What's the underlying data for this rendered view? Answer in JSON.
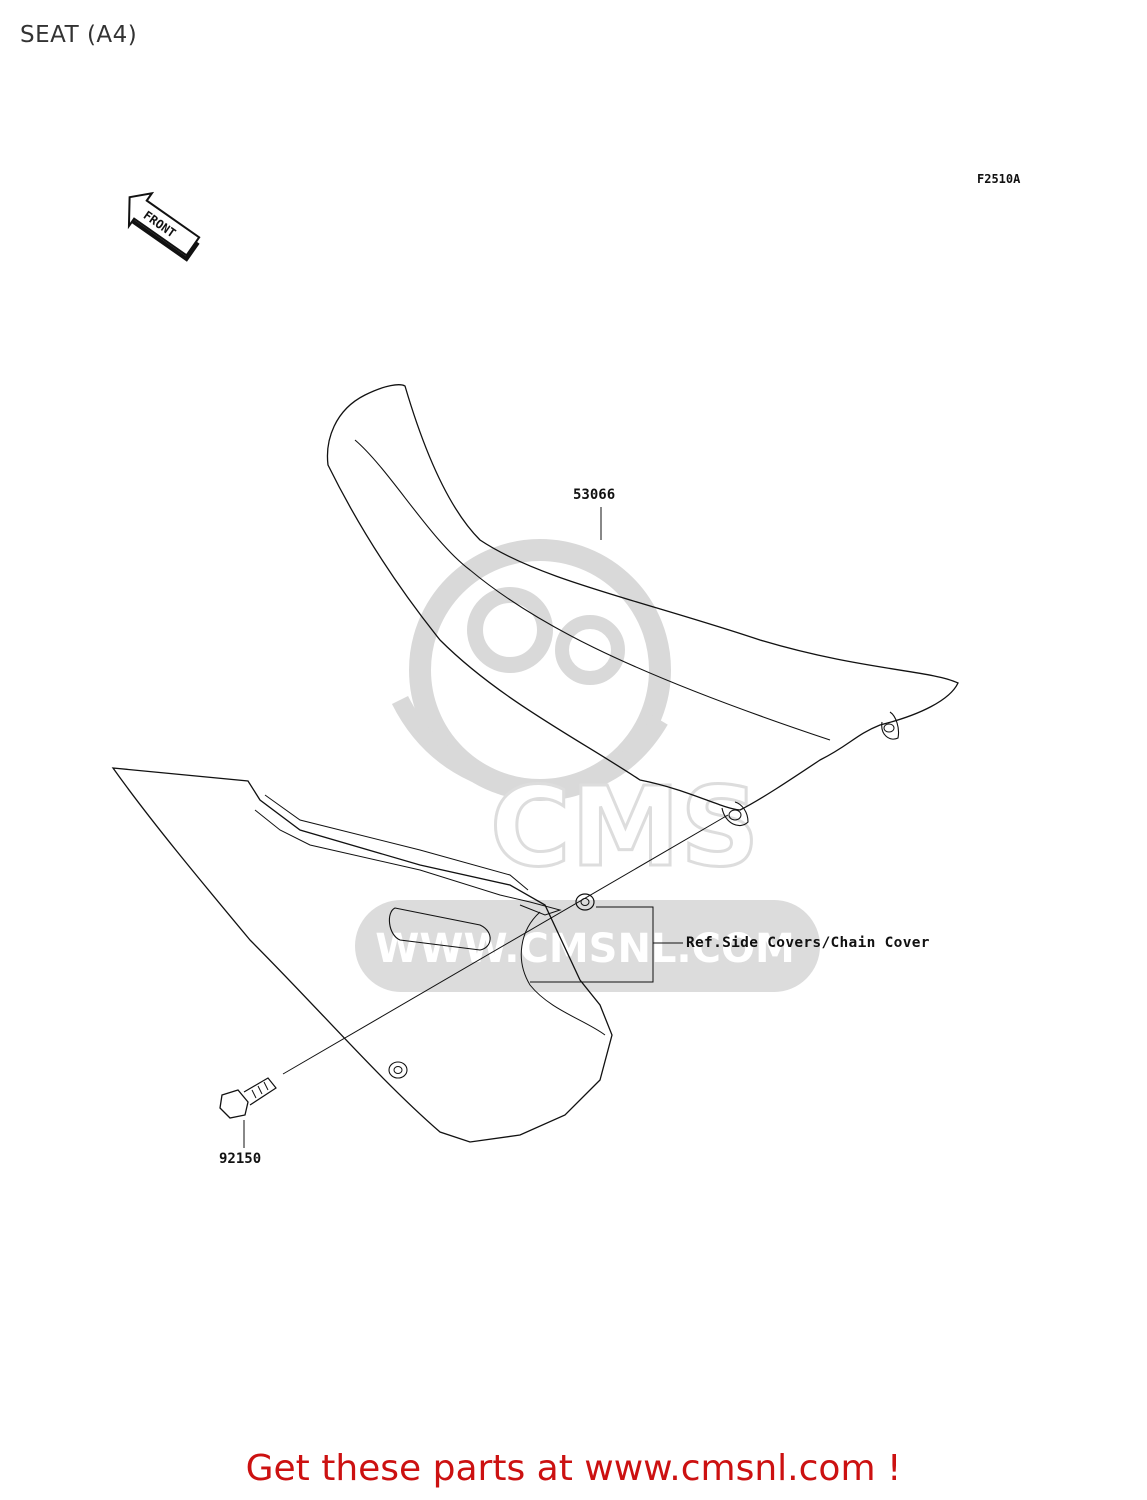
{
  "page": {
    "title": "SEAT (A4)"
  },
  "diagram": {
    "figure_code": "F2510A",
    "front_indicator": "FRONT",
    "parts": {
      "seat": "53066",
      "bolt": "92150"
    },
    "reference_note": "Ref.Side Covers/Chain Cover"
  },
  "watermark": {
    "brand": "CMS",
    "url": "WWW.CMSNL.COM"
  },
  "footer": {
    "cta": "Get these parts at www.cmsnl.com !"
  },
  "colors": {
    "line": "#111111",
    "watermark": "#d9d9d9",
    "footer_text": "#cc1111"
  }
}
